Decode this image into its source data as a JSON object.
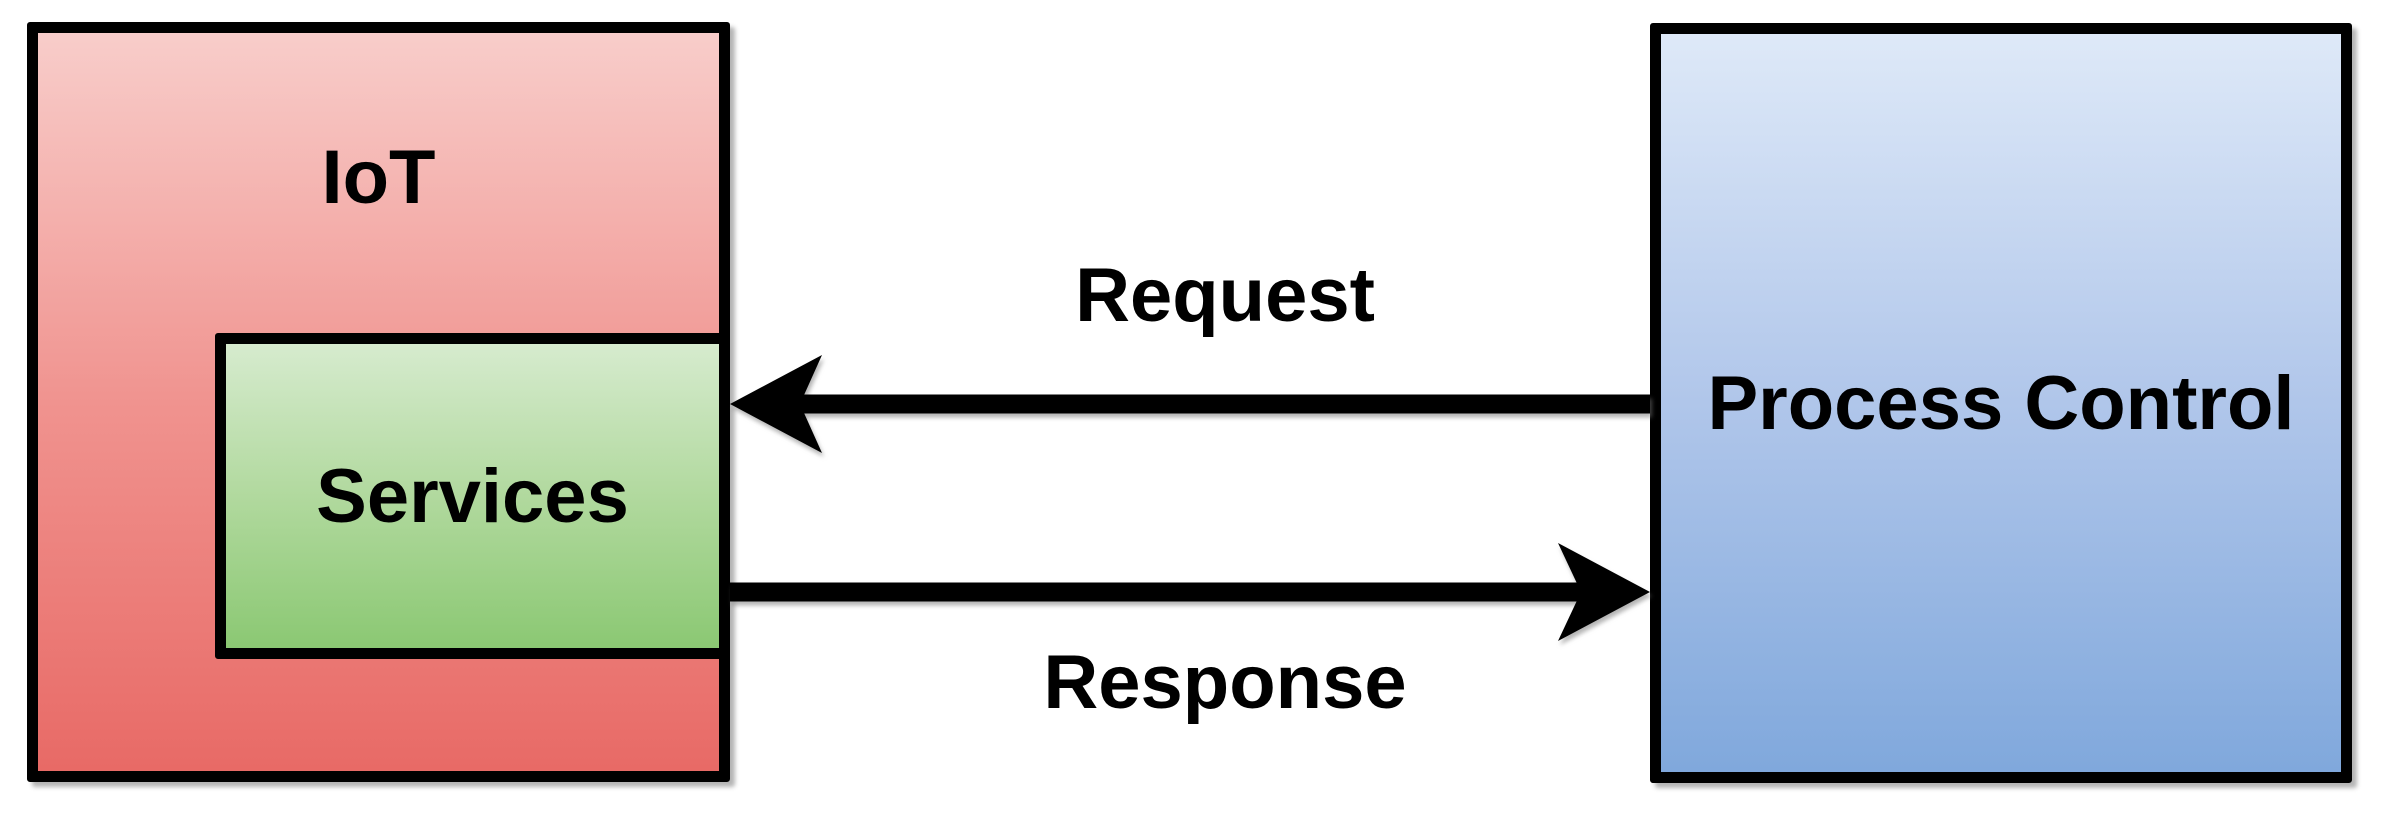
{
  "diagram": {
    "background_color": "#ffffff",
    "text_color": "#000000",
    "boxes": [
      {
        "id": "iot",
        "label": "IoT",
        "fill_top": "#f8cdca",
        "fill_mid": "#f0938f",
        "fill_bottom": "#e86a66",
        "border_color": "#000000"
      },
      {
        "id": "services",
        "label": "Services",
        "fill_top": "#d6ebce",
        "fill_mid": "#b1d99e",
        "fill_bottom": "#8bc873",
        "border_color": "#000000"
      },
      {
        "id": "process_control",
        "label": "Process Control",
        "fill_top": "#dee9f8",
        "fill_mid": "#b0c6ea",
        "fill_bottom": "#80a8dc",
        "border_color": "#000000"
      }
    ],
    "arrows": [
      {
        "id": "request",
        "label": "Request",
        "direction": "left",
        "from": "Process Control",
        "to": "Services",
        "color": "#000000"
      },
      {
        "id": "response",
        "label": "Response",
        "direction": "right",
        "from": "Services",
        "to": "Process Control",
        "color": "#000000"
      }
    ]
  }
}
